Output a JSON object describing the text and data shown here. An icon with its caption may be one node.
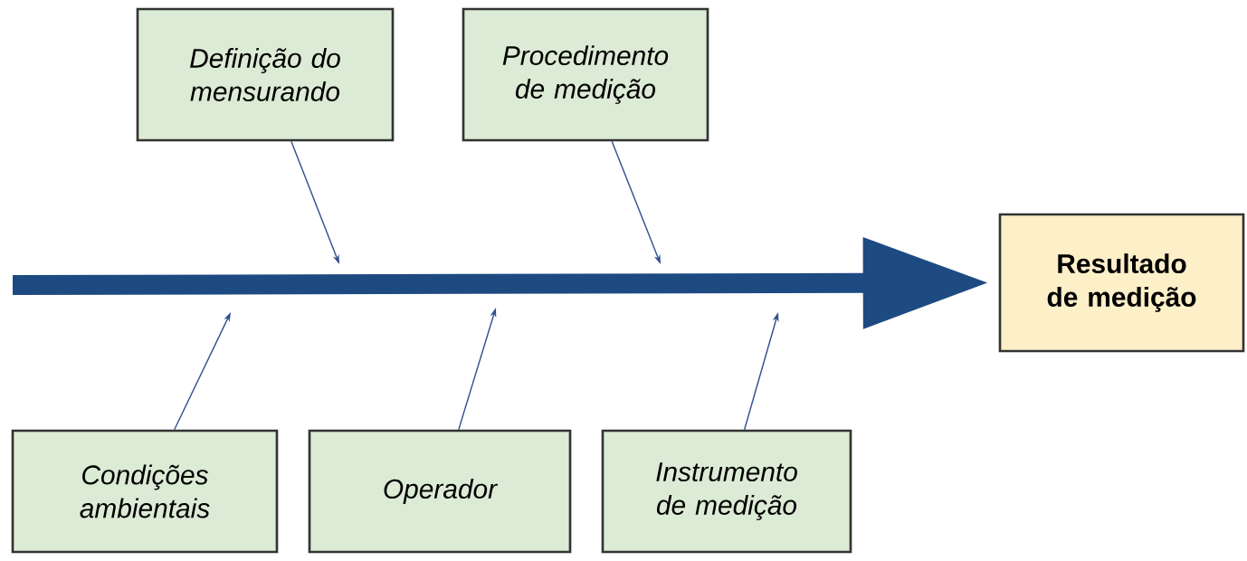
{
  "diagram": {
    "nodes": [
      {
        "text": [
          "Definição do mensurando"
        ]
      },
      {
        "text": [
          "Procedimento de medição"
        ]
      },
      {
        "text": [
          "Condições ambientais"
        ]
      },
      {
        "text": [
          "Operador"
        ]
      },
      {
        "text": [
          "Instrumento de medição"
        ]
      },
      {
        "text": [
          "Resultado de medição"
        ]
      }
    ],
    "edges": [
      {
        "from": 0,
        "to": null,
        "arrow": "to"
      },
      {
        "from": 1,
        "to": null,
        "arrow": "to"
      },
      {
        "from": 2,
        "to": null,
        "arrow": "to"
      },
      {
        "from": 3,
        "to": null,
        "arrow": "to"
      },
      {
        "from": 4,
        "to": null,
        "arrow": "to"
      },
      {
        "from": null,
        "to": 5,
        "arrow": "to",
        "style": "thick",
        "color": "#1e4a82"
      }
    ]
  }
}
